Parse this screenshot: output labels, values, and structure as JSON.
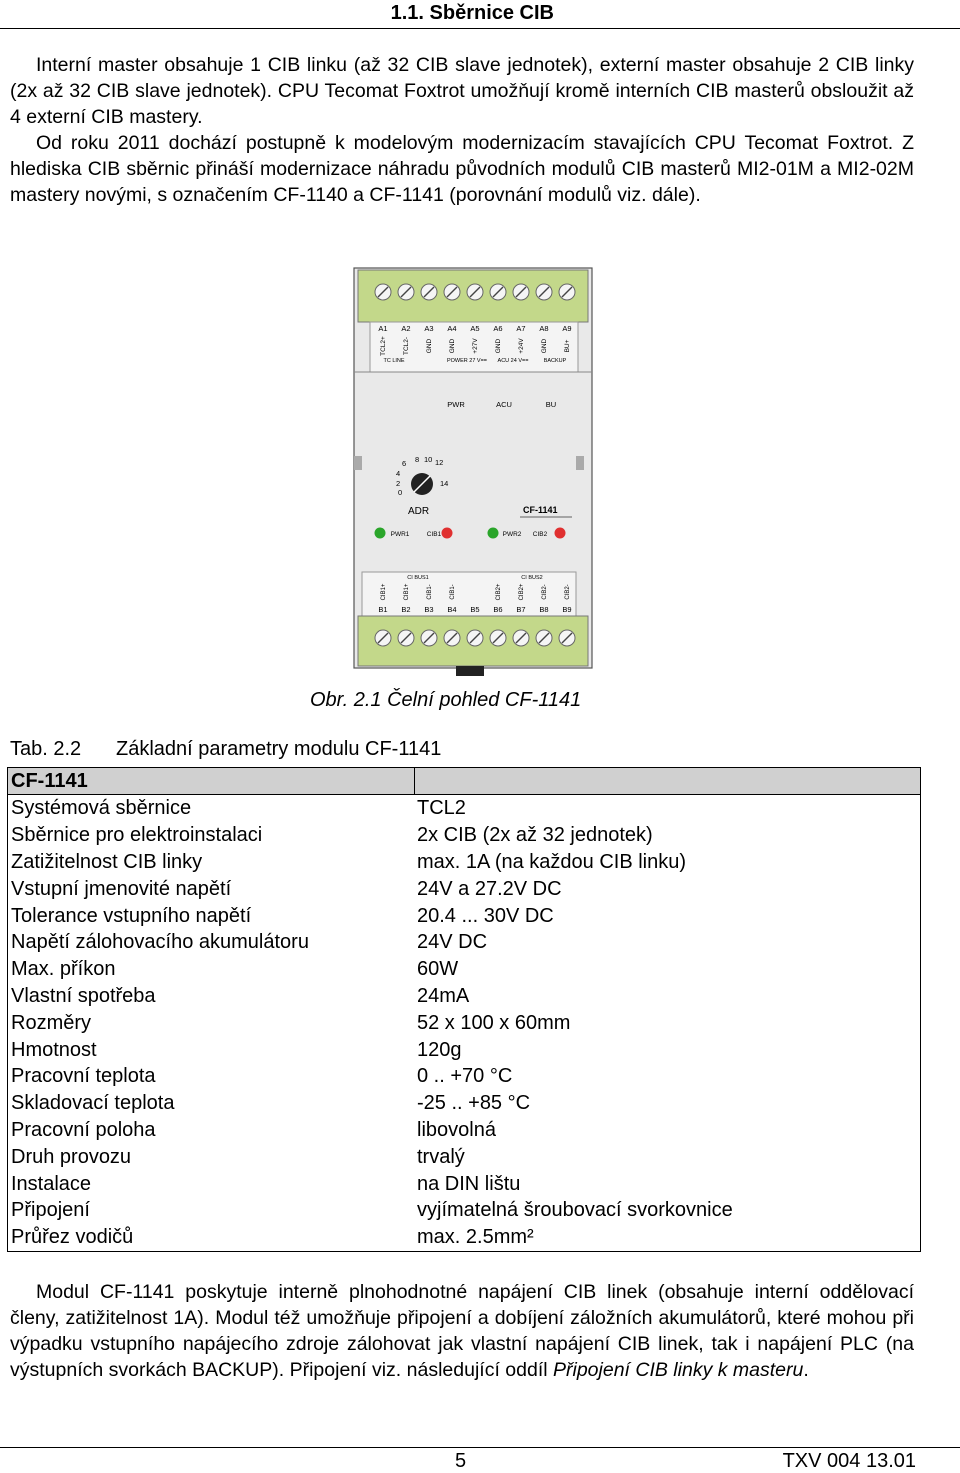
{
  "header": {
    "title": "1.1. Sběrnice CIB"
  },
  "intro_paragraphs": [
    "Interní master obsahuje 1 CIB linku (až 32 CIB slave jednotek), externí master obsahuje 2 CIB linky (2x až 32 CIB slave jednotek). CPU Tecomat Foxtrot umožňují kromě interních CIB masterů obsloužit až 4 externí CIB mastery.",
    "Od roku 2011 dochází postupně k modelovým modernizacím stavajících CPU Tecomat Foxtrot. Z hlediska CIB sběrnic přináší modernizace náhradu původních modulů CIB masterů MI2-01M a MI2-02M mastery novými, s označením CF-1140 a CF-1141 (porovnání modulů viz. dále)."
  ],
  "figure": {
    "caption": "Obr. 2.1 Čelní pohled CF-1141",
    "top_terminals": [
      {
        "id": "A1",
        "label": "TCL2+"
      },
      {
        "id": "A2",
        "label": "TCL2-"
      },
      {
        "id": "A3",
        "label": "GND"
      },
      {
        "id": "A4",
        "label": "GND"
      },
      {
        "id": "A5",
        "label": "+27V"
      },
      {
        "id": "A6",
        "label": "GND"
      },
      {
        "id": "A7",
        "label": "+24V"
      },
      {
        "id": "A8",
        "label": "GND"
      },
      {
        "id": "A9",
        "label": "BU+"
      }
    ],
    "top_groups": [
      "TC LINE",
      "POWER 27 V==",
      "ACU 24 V==",
      "BACKUP"
    ],
    "status_leds": [
      "PWR",
      "ACU",
      "BU"
    ],
    "dial_marks": [
      "0",
      "2",
      "4",
      "6",
      "8",
      "10",
      "12",
      "14"
    ],
    "dial_label": "ADR",
    "model": "CF-1141",
    "bottom_leds": [
      "PWR1",
      "CIB1",
      "PWR2",
      "CIB2"
    ],
    "bottom_groups": [
      "CI BUS1",
      "CI BUS2"
    ],
    "bottom_terminals": [
      {
        "id": "B1",
        "label": "CIB1+"
      },
      {
        "id": "B2",
        "label": "CIB1+"
      },
      {
        "id": "B3",
        "label": "CIB1-"
      },
      {
        "id": "B4",
        "label": "CIB1-"
      },
      {
        "id": "B5",
        "label": ""
      },
      {
        "id": "B6",
        "label": "CIB2+"
      },
      {
        "id": "B7",
        "label": "CIB2+"
      },
      {
        "id": "B8",
        "label": "CIB2-"
      },
      {
        "id": "B9",
        "label": "CIB2-"
      }
    ],
    "colors": {
      "green": "#c3d88a",
      "green_dark": "#a9c46d",
      "body": "#e9e9e9",
      "led_green": "#2aa52a",
      "led_red": "#e03030"
    }
  },
  "table": {
    "caption_label": "Tab. 2.2",
    "caption_text": "Základní parametry modulu CF-1141",
    "header": "CF-1141",
    "rows": [
      [
        "Systémová sběrnice",
        "TCL2"
      ],
      [
        "Sběrnice pro elektroinstalaci",
        "2x CIB (2x až 32 jednotek)"
      ],
      [
        "Zatižitelnost CIB linky",
        "max. 1A (na každou CIB linku)"
      ],
      [
        "Vstupní jmenovité napětí",
        "24V a 27.2V DC"
      ],
      [
        "Tolerance vstupního napětí",
        "20.4 ... 30V DC"
      ],
      [
        "Napětí zálohovacího akumulátoru",
        "24V DC"
      ],
      [
        "Max. příkon",
        "60W"
      ],
      [
        "Vlastní spotřeba",
        "24mA"
      ],
      [
        "Rozměry",
        "52 x 100 x 60mm"
      ],
      [
        "Hmotnost",
        "120g"
      ],
      [
        "Pracovní teplota",
        "0 .. +70 °C"
      ],
      [
        "Skladovací teplota",
        "-25 .. +85 °C"
      ],
      [
        "Pracovní poloha",
        "libovolná"
      ],
      [
        "Druh provozu",
        "trvalý"
      ],
      [
        "Instalace",
        "na DIN lištu"
      ],
      [
        "Připojení",
        "vyjímatelná šroubovací svorkovnice"
      ],
      [
        "Průřez vodičů",
        "max. 2.5mm²"
      ]
    ]
  },
  "outro_paragraph": {
    "text": "Modul CF-1141 poskytuje interně plnohodnotné napájení CIB linek (obsahuje interní oddělovací členy, zatižitelnost 1A). Modul též umožňuje připojení a dobíjení záložních akumulátorů, které mohou při výpadku vstupního napájecího zdroje zálohovat jak vlastní napájení CIB linek, tak i napájení PLC (na výstupních svorkách BACKUP). Připojení viz. následující oddíl ",
    "link": "Připojení CIB linky k masteru",
    "end": "."
  },
  "footer": {
    "page": "5",
    "doc": "TXV 004 13.01"
  }
}
